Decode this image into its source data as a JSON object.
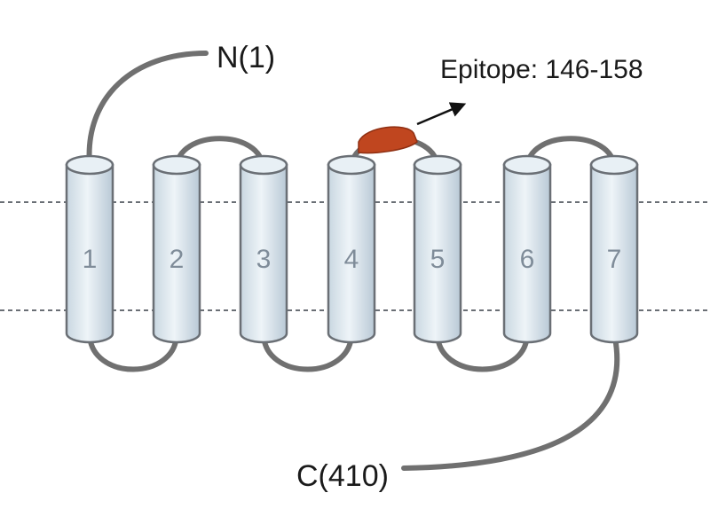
{
  "labels": {
    "n_terminus": "N(1)",
    "c_terminus": "C(410)",
    "epitope": "Epitope: 146-158"
  },
  "helices": [
    {
      "number": "1"
    },
    {
      "number": "2"
    },
    {
      "number": "3"
    },
    {
      "number": "4"
    },
    {
      "number": "5"
    },
    {
      "number": "6"
    },
    {
      "number": "7"
    }
  ],
  "colors": {
    "loop": "#707070",
    "helix_fill": "#dfe9f0",
    "helix_stroke": "#6a6f75",
    "epitope": "#c0461f",
    "membrane_line": "#6a6f75"
  },
  "icons": {
    "epitope_arrow": "arrow-icon"
  }
}
